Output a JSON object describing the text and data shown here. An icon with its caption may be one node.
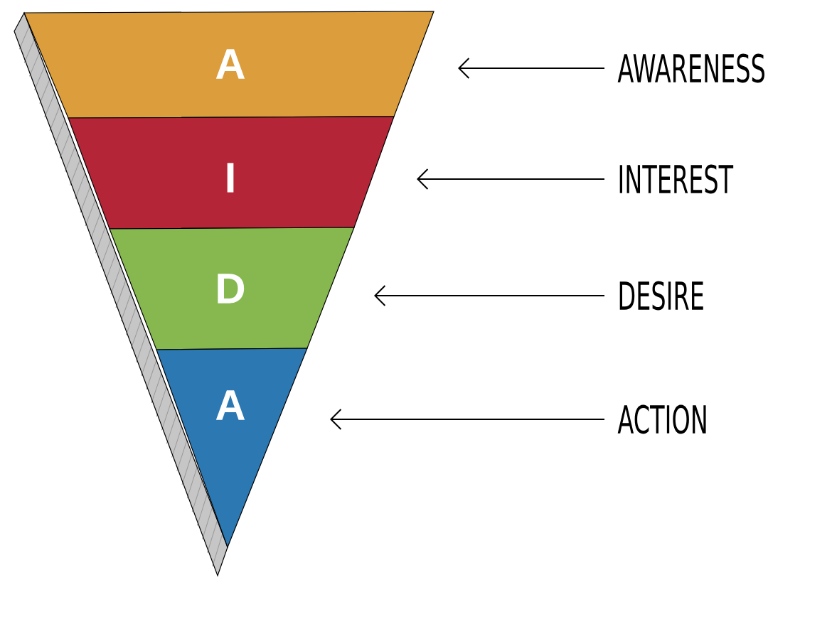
{
  "diagram": {
    "nodes": [
      {
        "text": [
          "A"
        ]
      },
      {
        "text": [
          "I"
        ]
      },
      {
        "text": [
          "D"
        ]
      },
      {
        "text": [
          "A"
        ]
      },
      {
        "text": [
          "AWARENESS"
        ]
      },
      {
        "text": [
          "INTEREST"
        ]
      },
      {
        "text": [
          "DESIRE"
        ]
      },
      {
        "text": [
          "ACTION"
        ]
      }
    ],
    "edges": [
      {
        "from": 4,
        "to": 0,
        "arrow": "to"
      },
      {
        "from": 5,
        "to": 1,
        "arrow": "to"
      },
      {
        "from": 6,
        "to": 2,
        "arrow": "to"
      },
      {
        "from": 7,
        "to": 3,
        "arrow": "to"
      }
    ]
  }
}
